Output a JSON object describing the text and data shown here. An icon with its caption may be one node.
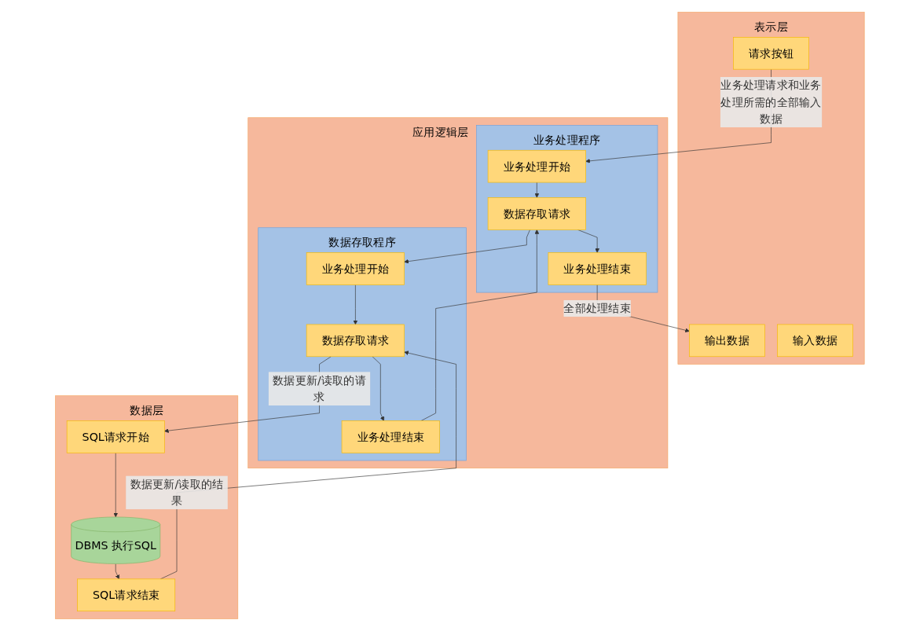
{
  "diagram": {
    "nodes": [
      {
        "text": [
          "表示层"
        ]
      },
      {
        "text": [
          "输入数据"
        ],
        "in": 0
      },
      {
        "text": [
          "请求按钮"
        ],
        "in": 0
      },
      {
        "text": [
          "输出数据"
        ],
        "in": 0
      },
      {
        "text": [
          "应用逻辑层"
        ]
      },
      {
        "text": [
          "业务处理程序"
        ],
        "in": 4
      },
      {
        "text": [
          "业务处理开始"
        ],
        "in": 5
      },
      {
        "text": [
          "数据存取请求"
        ],
        "in": 5
      },
      {
        "text": [
          "业务处理结束"
        ],
        "in": 5
      },
      {
        "text": [
          "数据存取程序"
        ],
        "in": 4
      },
      {
        "text": [
          "业务处理开始"
        ],
        "in": 9
      },
      {
        "text": [
          "数据存取请求"
        ],
        "in": 9
      },
      {
        "text": [
          "业务处理结束"
        ],
        "in": 9
      },
      {
        "text": [
          "数据层"
        ]
      },
      {
        "text": [
          "SQL请求开始"
        ],
        "in": 13
      },
      {
        "text": [
          "DBMS 执行SQL"
        ],
        "in": 13
      },
      {
        "text": [
          "SQL请求结束"
        ],
        "in": 13
      }
    ],
    "edges": [
      {
        "from": 2,
        "to": 6,
        "arrow": "to",
        "label": "业务处理请求和业务处理所需的全部输入数据"
      },
      {
        "from": 6,
        "to": 7,
        "arrow": "to"
      },
      {
        "from": 7,
        "to": 8,
        "arrow": "to"
      },
      {
        "from": 8,
        "to": 3,
        "arrow": "to",
        "label": "全部处理结束"
      },
      {
        "from": 7,
        "to": 10,
        "arrow": "to"
      },
      {
        "from": 10,
        "to": 11,
        "arrow": "to"
      },
      {
        "from": 11,
        "to": 12,
        "arrow": "to"
      },
      {
        "from": 12,
        "to": 7,
        "arrow": "to"
      },
      {
        "from": 11,
        "to": 14,
        "arrow": "to",
        "label": "数据更新/读取的请求"
      },
      {
        "from": 14,
        "to": 15,
        "arrow": "to"
      },
      {
        "from": 15,
        "to": 16,
        "arrow": "to"
      },
      {
        "from": 16,
        "to": 11,
        "arrow": "to",
        "label": "数据更新/读取的结果"
      }
    ]
  }
}
